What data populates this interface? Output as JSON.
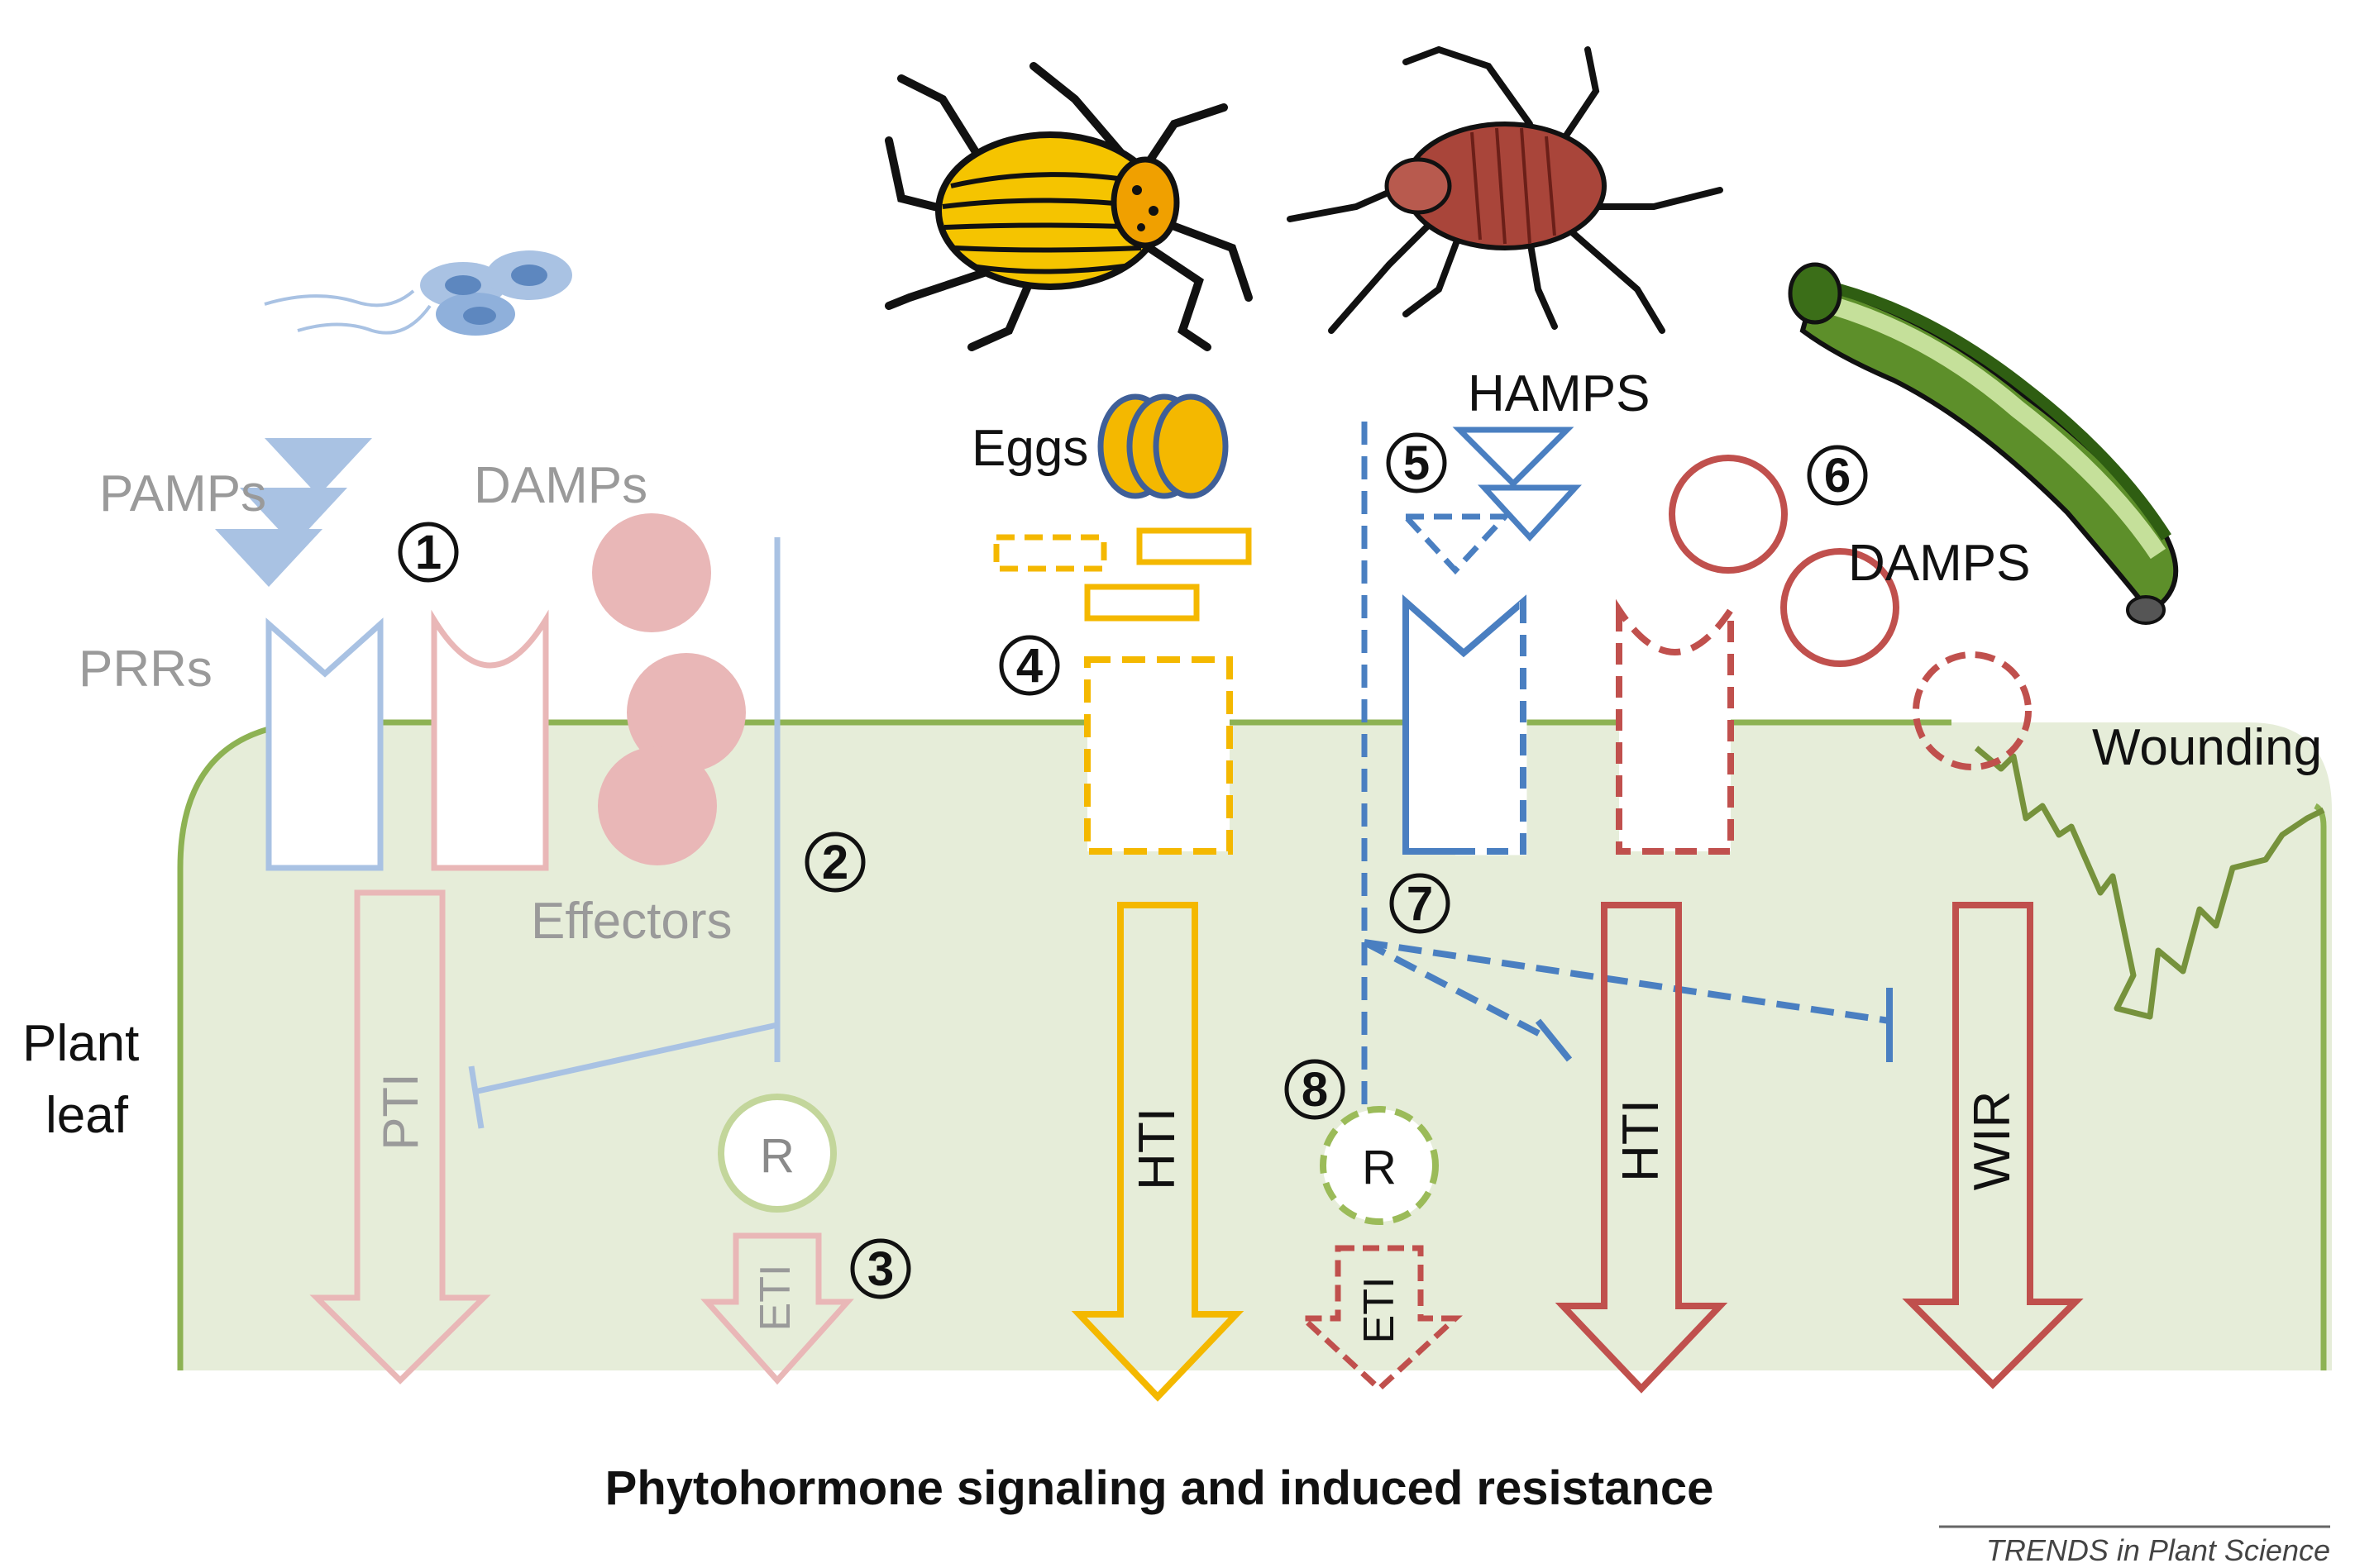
{
  "title": "Phytohormone signaling and induced resistance",
  "footer": "TRENDS in Plant Science",
  "labels": {
    "pamps": "PAMPs",
    "damps_left": "DAMPs",
    "prrs": "PRRs",
    "effectors": "Effectors",
    "plant_leaf_line1": "Plant",
    "plant_leaf_line2": "leaf",
    "eggs": "Eggs",
    "hamps": "HAMPS",
    "damps_right": "DAMPS",
    "wounding": "Wounding"
  },
  "arrows": {
    "pti": "PTI",
    "eti_left": "ETI",
    "hti_yellow": "HTI",
    "eti_right": "ETI",
    "hti_red": "HTI",
    "wir": "WIR"
  },
  "r_left": "R",
  "r_right": "R",
  "numbers": [
    "1",
    "2",
    "3",
    "4",
    "5",
    "6",
    "7",
    "8"
  ],
  "colors": {
    "leaf_fill": "#e6edd9",
    "leaf_outline": "#8db253",
    "pathogen_blue": "#a9c2e3",
    "damp_pink": "#e9b7b7",
    "herbivore_yellow": "#f4b800",
    "hamps_blue": "#4a7fc1",
    "damps_red": "#c0504d",
    "wounding_green": "#76923c"
  },
  "icons": [
    "bacterium-icon",
    "beetle-icon",
    "aphid-icon",
    "caterpillar-icon"
  ]
}
